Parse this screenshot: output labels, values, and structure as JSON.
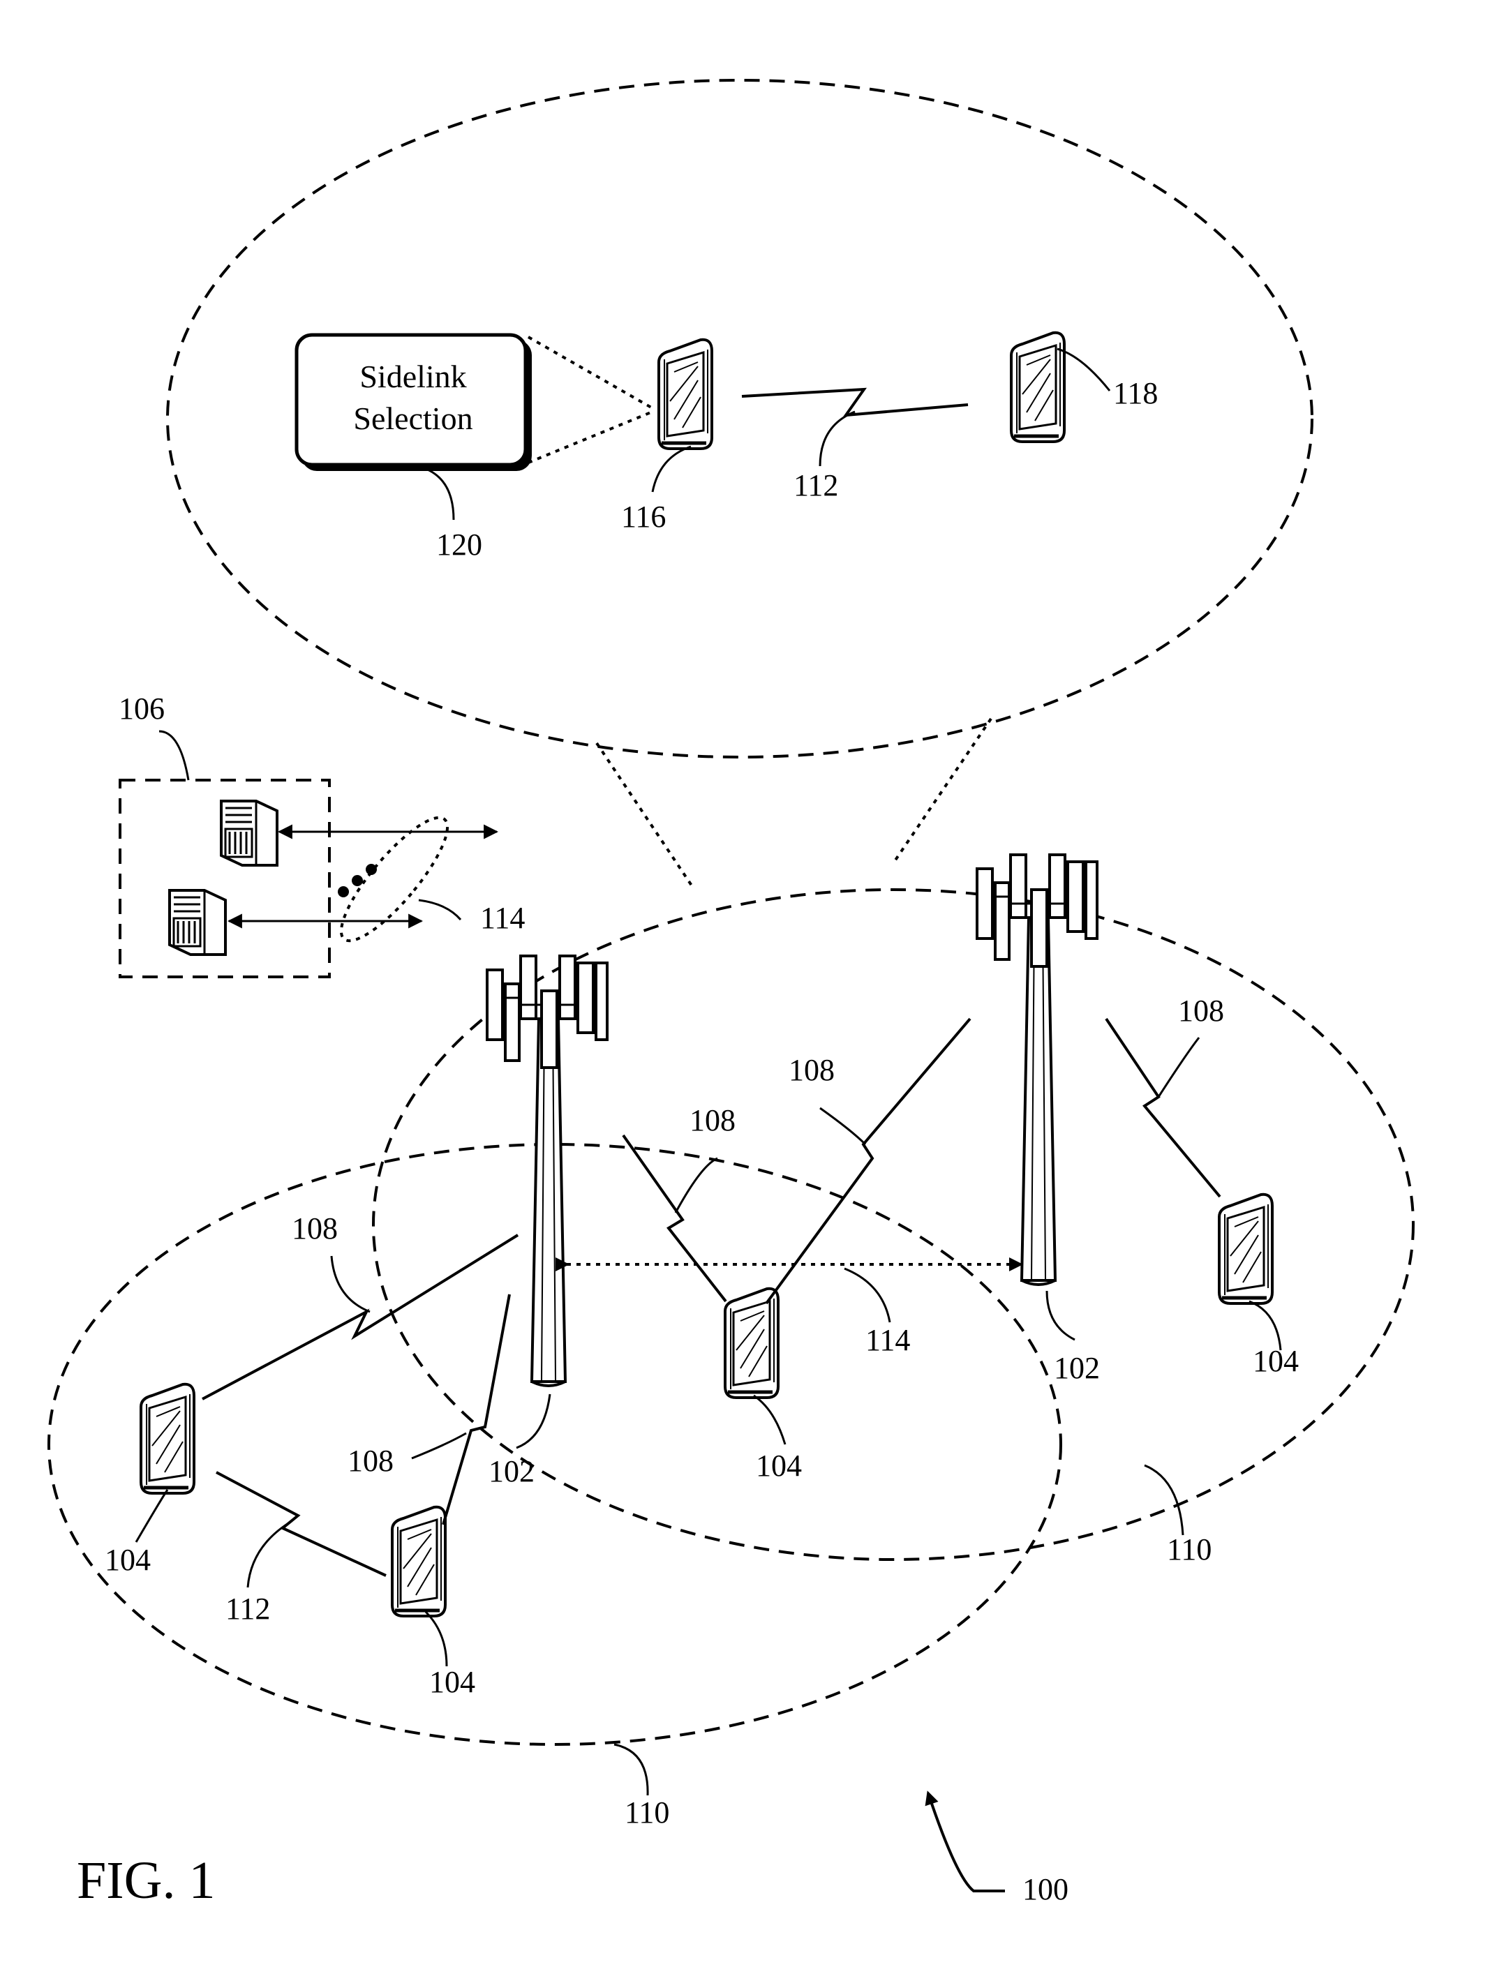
{
  "figure_title": "FIG. 1",
  "sidelink_box": {
    "line1": "Sidelink",
    "line2": "Selection"
  },
  "labels": {
    "ref_100": "100",
    "ref_102_left": "102",
    "ref_102_right": "102",
    "ref_104_far_left": "104",
    "ref_104_lower_left": "104",
    "ref_104_center": "104",
    "ref_104_right": "104",
    "ref_106": "106",
    "ref_108_left_top": "108",
    "ref_108_left_bottom": "108",
    "ref_108_center": "108",
    "ref_108_center_right": "108",
    "ref_108_right": "108",
    "ref_110_lower": "110",
    "ref_110_right": "110",
    "ref_112_lower": "112",
    "ref_112_upper": "112",
    "ref_114_core": "114",
    "ref_114_backhaul": "114",
    "ref_116": "116",
    "ref_118": "118",
    "ref_120": "120"
  }
}
